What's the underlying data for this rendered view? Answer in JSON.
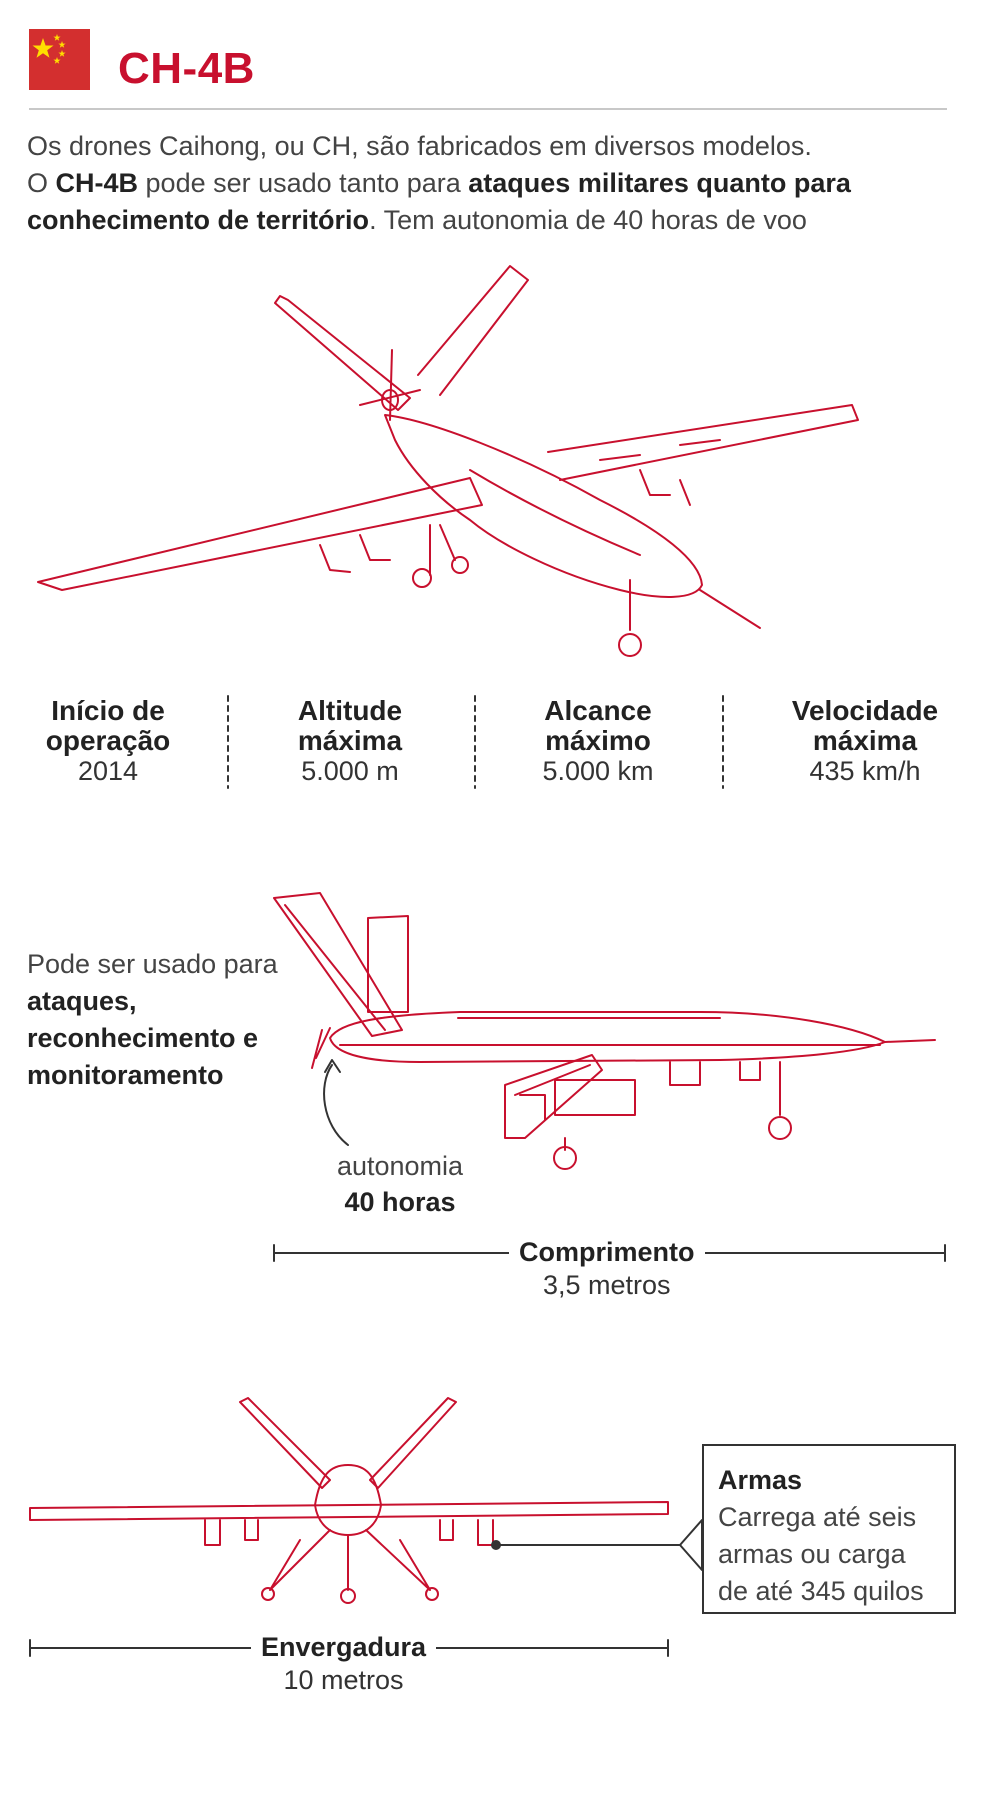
{
  "header": {
    "title": "CH-4B",
    "flag_icon": "china-flag-icon",
    "accent_color": "#c8102e"
  },
  "intro": {
    "line1": "Os drones Caihong, ou CH, são fabricados em diversos modelos.",
    "l2_a": "O ",
    "l2_b": "CH-4B",
    "l2_c": " pode ser usado tanto para ",
    "l2_d": "ataques militares quanto para conhecimento de território",
    "l2_e": ". Tem autonomia de 40 horas de voo"
  },
  "stats": [
    {
      "label": "Início de operação",
      "value": "2014"
    },
    {
      "label": "Altitude máxima",
      "value": "5.000 m"
    },
    {
      "label": "Alcance máximo",
      "value": "5.000 km"
    },
    {
      "label": "Velocidade máxima",
      "value": "435 km/h"
    }
  ],
  "side": {
    "a": "Pode ser usado para ",
    "b": "ataques, reconhecimento e monitoramento",
    "autonomia_label": "autonomia",
    "autonomia_value": "40 horas"
  },
  "length": {
    "label": "Comprimento",
    "value": "3,5 metros"
  },
  "span": {
    "label": "Envergadura",
    "value": "10 metros"
  },
  "armas": {
    "title": "Armas",
    "text": "Carrega até seis armas ou carga de até 345 quilos"
  }
}
